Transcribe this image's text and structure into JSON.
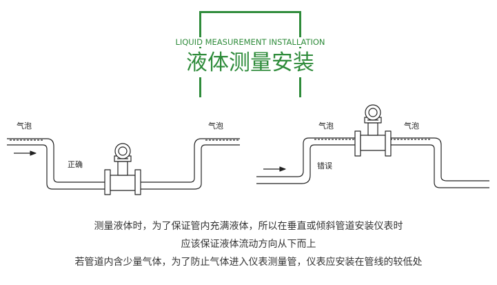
{
  "title": {
    "english": "LIQUID MEASUREMENT INSTALLATION",
    "chinese": "液体测量安装"
  },
  "diagram": {
    "left": {
      "bubble_left": "气泡",
      "bubble_right": "气泡",
      "status": "正确"
    },
    "right": {
      "bubble_left": "气泡",
      "bubble_right": "气泡",
      "status": "错误"
    }
  },
  "description": [
    "测量液体时，为了保证管内充满液体，所以在垂直或倾斜管道安装仪表时",
    "应该保证液体流动方向从下而上",
    "若管道内含少量气体，为了防止气体进入仪表测量管，仪表应安装在管线的较低处"
  ],
  "colors": {
    "accent": "#2e8b3a",
    "line": "#222222"
  }
}
